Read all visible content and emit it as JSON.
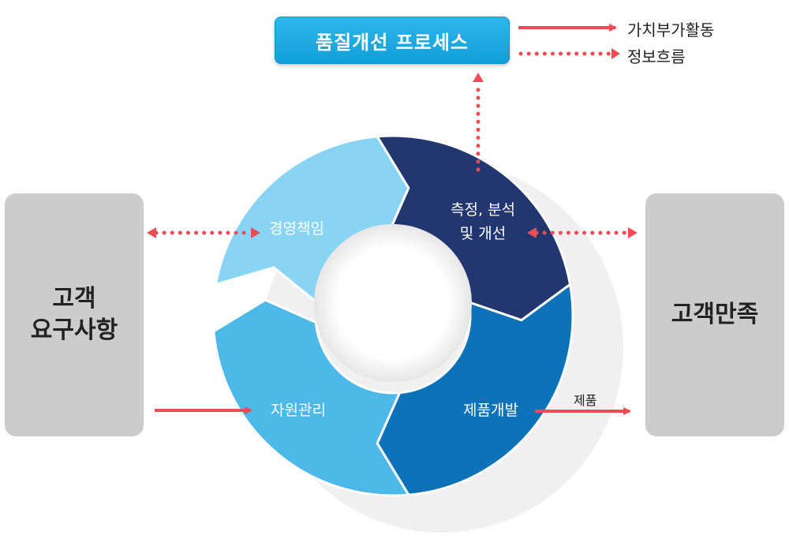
{
  "title": "품질개선 프로세스",
  "legend": {
    "solid": "가치부가활동",
    "dotted": "정보흐름"
  },
  "left_box": {
    "lines": [
      "고객",
      "요구사항"
    ]
  },
  "right_box": {
    "label": "고객만족"
  },
  "cycle": {
    "segments": [
      {
        "lines": [
          "경영책임"
        ],
        "color": "#89d4f5"
      },
      {
        "lines": [
          "측정, 분석",
          "및 개선"
        ],
        "color": "#22376f"
      },
      {
        "lines": [
          "제품개발"
        ],
        "color": "#0c73b8"
      },
      {
        "lines": [
          "자원관리"
        ],
        "color": "#4db9e9"
      }
    ]
  },
  "product_label": "제품",
  "colors": {
    "arrow": "#ef4c55",
    "title_bg": "#1aa8e0",
    "side_box": "#cccccc"
  }
}
